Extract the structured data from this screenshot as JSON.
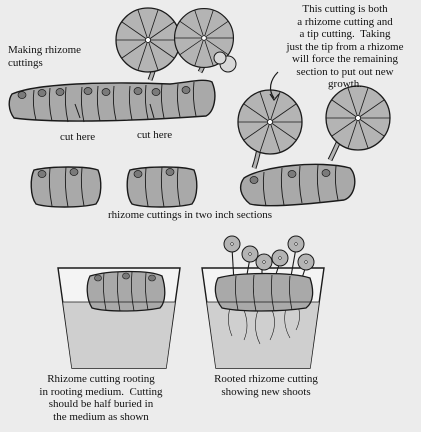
{
  "labels": {
    "making": "Making rhizome\ncuttings",
    "cut_left": "cut here",
    "cut_right": "cut here",
    "tip_note": "This cutting is both\na rhizome cutting and\na tip cutting.  Taking\njust the tip from a rhizome\nwill force the remaining\nsection to put out new\ngrowth.",
    "sections": "rhizome cuttings in two inch sections",
    "rooting": "Rhizome cutting rooting\nin rooting medium.  Cutting\nshould be half buried in\nthe medium as shown",
    "rooted": "Rooted rhizome cutting\nshowing new shoots"
  },
  "colors": {
    "rhizome": "#a9a9a9",
    "nodes": "#888888",
    "leaf": "#b4b4b4",
    "medium": "#cfcfcf",
    "pot": "#f4f4f4",
    "ink": "#1a1a1a"
  }
}
